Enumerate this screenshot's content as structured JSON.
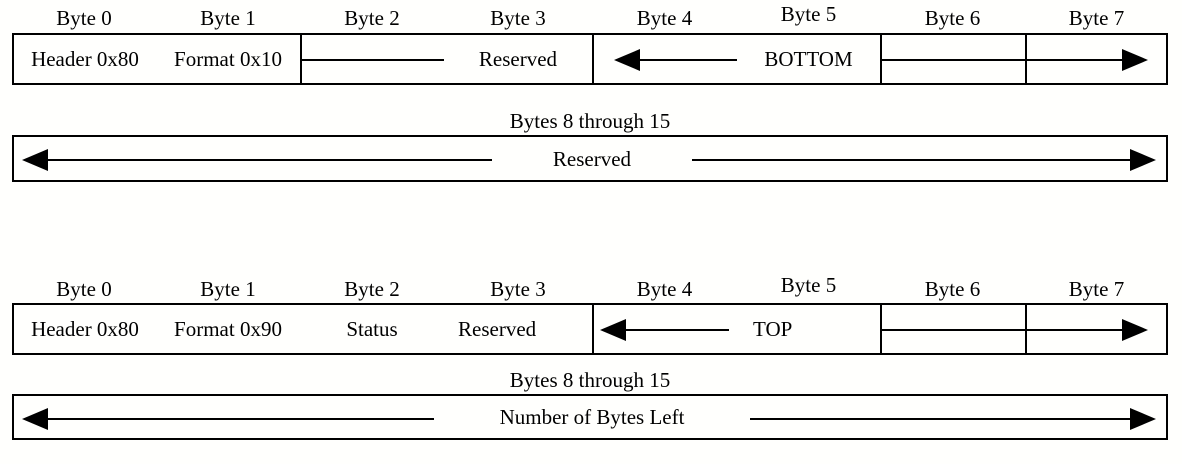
{
  "diagram": {
    "type": "packet-byte-layout",
    "background_color": "#fffffd",
    "line_color": "#000000",
    "structures": [
      {
        "name": "command-packet",
        "byte_headers": [
          "Byte 0",
          "Byte 1",
          "Byte 2",
          "Byte 3",
          "Byte 4",
          "Byte 5",
          "Byte 6",
          "Byte 7"
        ],
        "fields": [
          {
            "label": "Header 0x80",
            "bytes": [
              0,
              0
            ],
            "arrow": "none"
          },
          {
            "label": "Format 0x10",
            "bytes": [
              1,
              1
            ],
            "arrow": "none"
          },
          {
            "label": "Reserved",
            "bytes": [
              2,
              3
            ],
            "arrow": "left"
          },
          {
            "label": "BOTTOM",
            "bytes": [
              4,
              7
            ],
            "arrow": "both"
          }
        ],
        "extension": {
          "title": "Bytes 8 through 15",
          "label": "Reserved",
          "arrow": "both"
        }
      },
      {
        "name": "response-packet",
        "byte_headers": [
          "Byte 0",
          "Byte 1",
          "Byte 2",
          "Byte 3",
          "Byte 4",
          "Byte 5",
          "Byte 6",
          "Byte 7"
        ],
        "fields": [
          {
            "label": "Header 0x80",
            "bytes": [
              0,
              0
            ],
            "arrow": "none"
          },
          {
            "label": "Format 0x90",
            "bytes": [
              1,
              1
            ],
            "arrow": "none"
          },
          {
            "label": "Status",
            "bytes": [
              2,
              2
            ],
            "arrow": "none"
          },
          {
            "label": "Reserved",
            "bytes": [
              3,
              4
            ],
            "arrow": "left"
          },
          {
            "label": "TOP",
            "bytes": [
              5,
              7
            ],
            "arrow": "both"
          }
        ],
        "extension": {
          "title": "Bytes 8 through 15",
          "label": "Number of Bytes Left",
          "arrow": "both"
        }
      }
    ]
  }
}
